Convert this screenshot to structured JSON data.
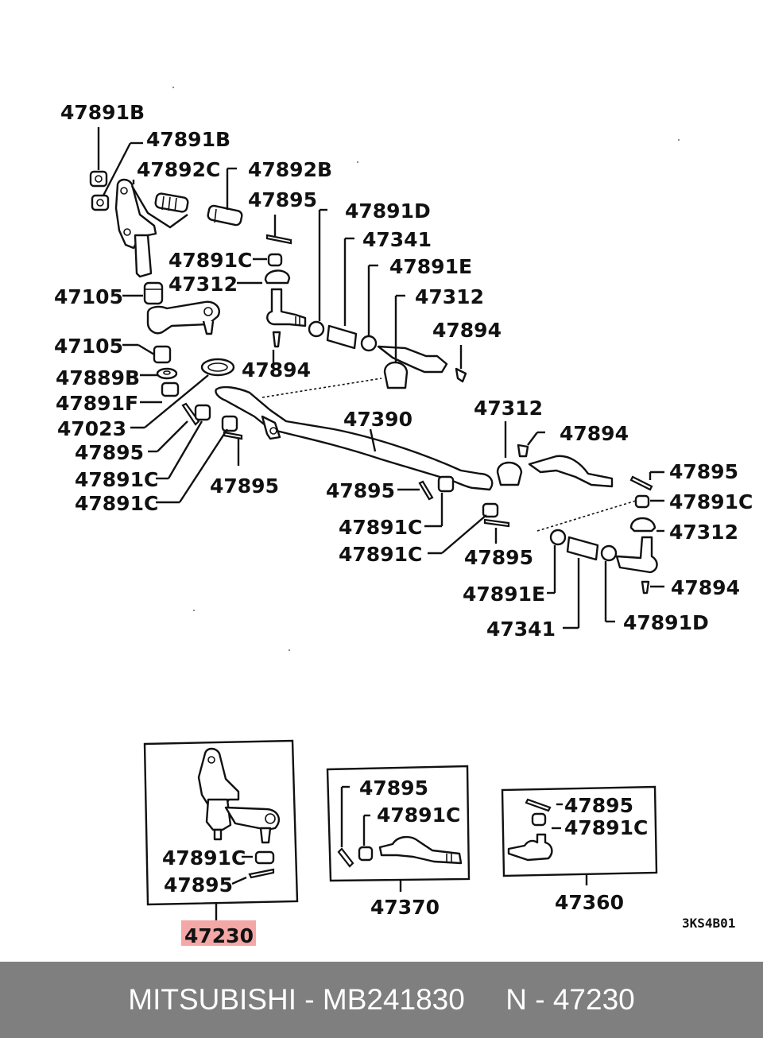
{
  "labels": {
    "l_47891B_a": "47891B",
    "l_47891B_b": "47891B",
    "l_47892C": "47892C",
    "l_47892B": "47892B",
    "l_47895_a": "47895",
    "l_47891D_a": "47891D",
    "l_47341_a": "47341",
    "l_47891C_a": "47891C",
    "l_47891E_a": "47891E",
    "l_47312_a": "47312",
    "l_47105_a": "47105",
    "l_47312_b": "47312",
    "l_47894_a": "47894",
    "l_47105_b": "47105",
    "l_47894_b": "47894",
    "l_47889B": "47889B",
    "l_47891F": "47891F",
    "l_47390": "47390",
    "l_47023": "47023",
    "l_47312_c": "47312",
    "l_47895_b": "47895",
    "l_47894_c": "47894",
    "l_47891C_b": "47891C",
    "l_47895_c": "47895",
    "l_47891C_c": "47891C",
    "l_47895_d": "47895",
    "l_47891C_d": "47891C",
    "l_47895_e": "47895",
    "l_47312_d": "47312",
    "l_47891C_e": "47891C",
    "l_47891C_f": "47891C",
    "l_47895_f": "47895",
    "l_47891E_b": "47891E",
    "l_47894_d": "47894",
    "l_47341_b": "47341",
    "l_47891D_b": "47891D",
    "k_47895": "47895",
    "k_47891C": "47891C",
    "k_47891C_b": "47891C",
    "k_47895_b": "47895",
    "k_47895_c": "47895",
    "k_47891C_c": "47891C",
    "k_47230": "47230",
    "k_47370": "47370",
    "k_47360": "47360"
  },
  "diagram_code": "3KS4B01",
  "footer": {
    "text": "MITSUBISHI - MB241830     N - 47230"
  },
  "colors": {
    "footer_bg": "#7f7f7f",
    "highlight": "#f4a7a7",
    "line": "#111111"
  }
}
